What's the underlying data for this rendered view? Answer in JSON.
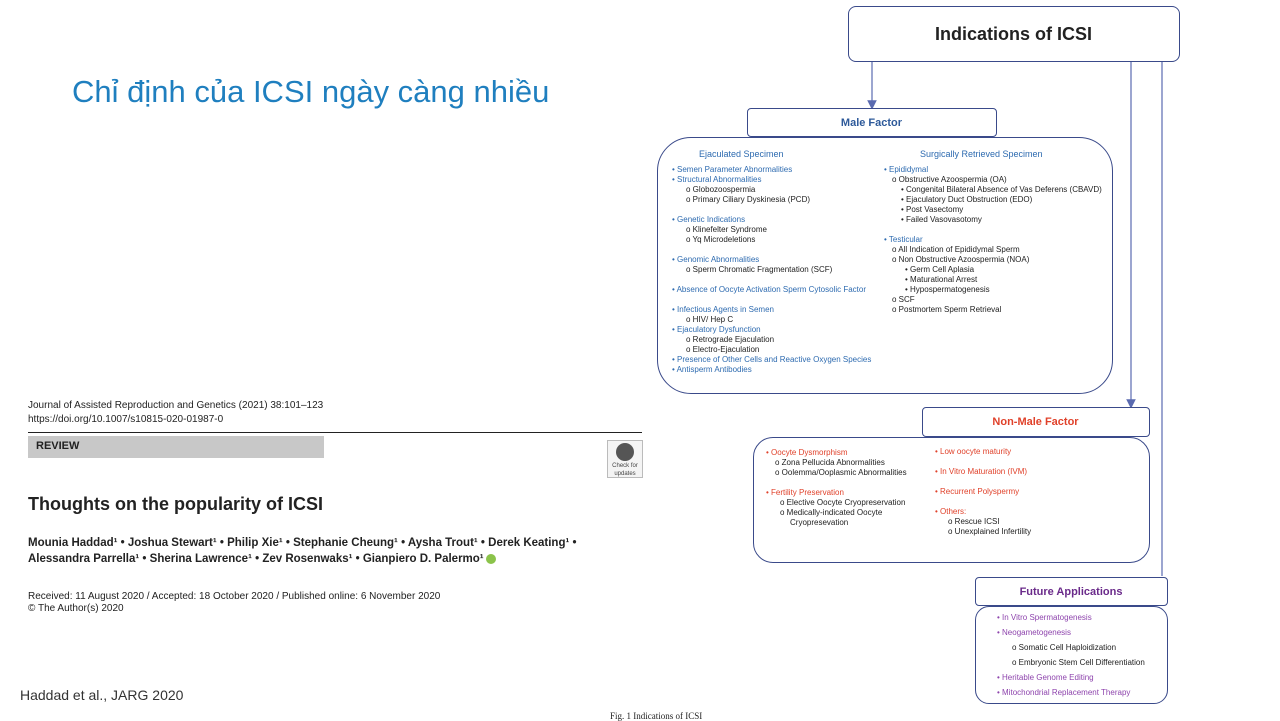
{
  "slide": {
    "title": "Chỉ định của ICSI ngày càng nhiều",
    "citation": "Haddad et al., JARG 2020"
  },
  "paper": {
    "journal": "Journal of Assisted Reproduction and Genetics (2021) 38:101–123",
    "doi": "https://doi.org/10.1007/s10815-020-01987-0",
    "section": "REVIEW",
    "badge_line1": "Check for",
    "badge_line2": "updates",
    "title": "Thoughts on the popularity of ICSI",
    "authors_line1": "Mounia Haddad¹ • Joshua Stewart¹ • Philip Xie¹ • Stephanie Cheung¹ • Aysha Trout¹ • Derek Keating¹ •",
    "authors_line2": "Alessandra Parrella¹ • Sherina Lawrence¹ • Zev Rosenwaks¹ • Gianpiero D. Palermo¹",
    "dates": "Received: 11 August 2020 / Accepted: 18 October 2020 / Published online: 6 November 2020",
    "copyright": "© The Author(s) 2020",
    "fig_caption": "Fig. 1  Indications of ICSI"
  },
  "diagram": {
    "title": "Indications of ICSI",
    "male_factor": {
      "header": "Male Factor",
      "ejaculated_title": "Ejaculated Specimen",
      "ejaculated": [
        "• Semen Parameter Abnormalities",
        "• Structural Abnormalities",
        "o  Globozoospermia",
        "o  Primary Ciliary Dyskinesia (PCD)",
        "• Genetic Indications",
        "o  Klinefelter Syndrome",
        "o  Yq Microdeletions",
        "• Genomic Abnormalities",
        "o  Sperm Chromatic Fragmentation (SCF)",
        "• Absence of Oocyte Activation Sperm Cytosolic Factor",
        "• Infectious Agents in Semen",
        "o  HIV/ Hep C",
        "• Ejaculatory Dysfunction",
        "o  Retrograde Ejaculation",
        "o  Electro-Ejaculation",
        "• Presence of Other Cells and Reactive Oxygen Species",
        "• Antisperm Antibodies"
      ],
      "retrieved_title": "Surgically Retrieved Specimen",
      "retrieved": [
        "• Epididymal",
        "o  Obstructive Azoospermia (OA)",
        "• Congenital Bilateral Absence of Vas Deferens (CBAVD)",
        "• Ejaculatory Duct Obstruction (EDO)",
        "• Post Vasectomy",
        "• Failed Vasovasotomy",
        "• Testicular",
        "o  All Indication of Epididymal Sperm",
        "o  Non Obstructive Azoospermia (NOA)",
        "• Germ Cell Aplasia",
        "• Maturational Arrest",
        "• Hypospermatogenesis",
        "o  SCF",
        "o  Postmortem Sperm Retrieval"
      ]
    },
    "non_male_factor": {
      "header": "Non-Male Factor",
      "left": [
        "• Oocyte Dysmorphism",
        "o  Zona Pellucida Abnormalities",
        "o  Oolemma/Ooplasmic Abnormalities",
        "• Fertility Preservation",
        "o  Elective Oocyte Cryopreservation",
        "o  Medically-indicated Oocyte",
        "Cryopresevation"
      ],
      "right": [
        "• Low oocyte maturity",
        "• In Vitro Maturation (IVM)",
        "• Recurrent Polyspermy",
        "• Others:",
        "o  Rescue ICSI",
        "o  Unexplained Infertility"
      ]
    },
    "future_applications": {
      "header": "Future Applications",
      "items": [
        "• In Vitro Spermatogenesis",
        "• Neogametogenesis",
        "o  Somatic Cell Haploidization",
        "o  Embryonic Stem Cell Differentiation",
        "• Heritable Genome Editing",
        "• Mitochondrial Replacement Therapy"
      ]
    }
  },
  "colors": {
    "slide_title": "#1f7fbf",
    "box_border": "#3a4a8a",
    "male_text": "#2e6bb0",
    "non_male_text": "#e0412a",
    "future_text": "#8e44ad"
  }
}
